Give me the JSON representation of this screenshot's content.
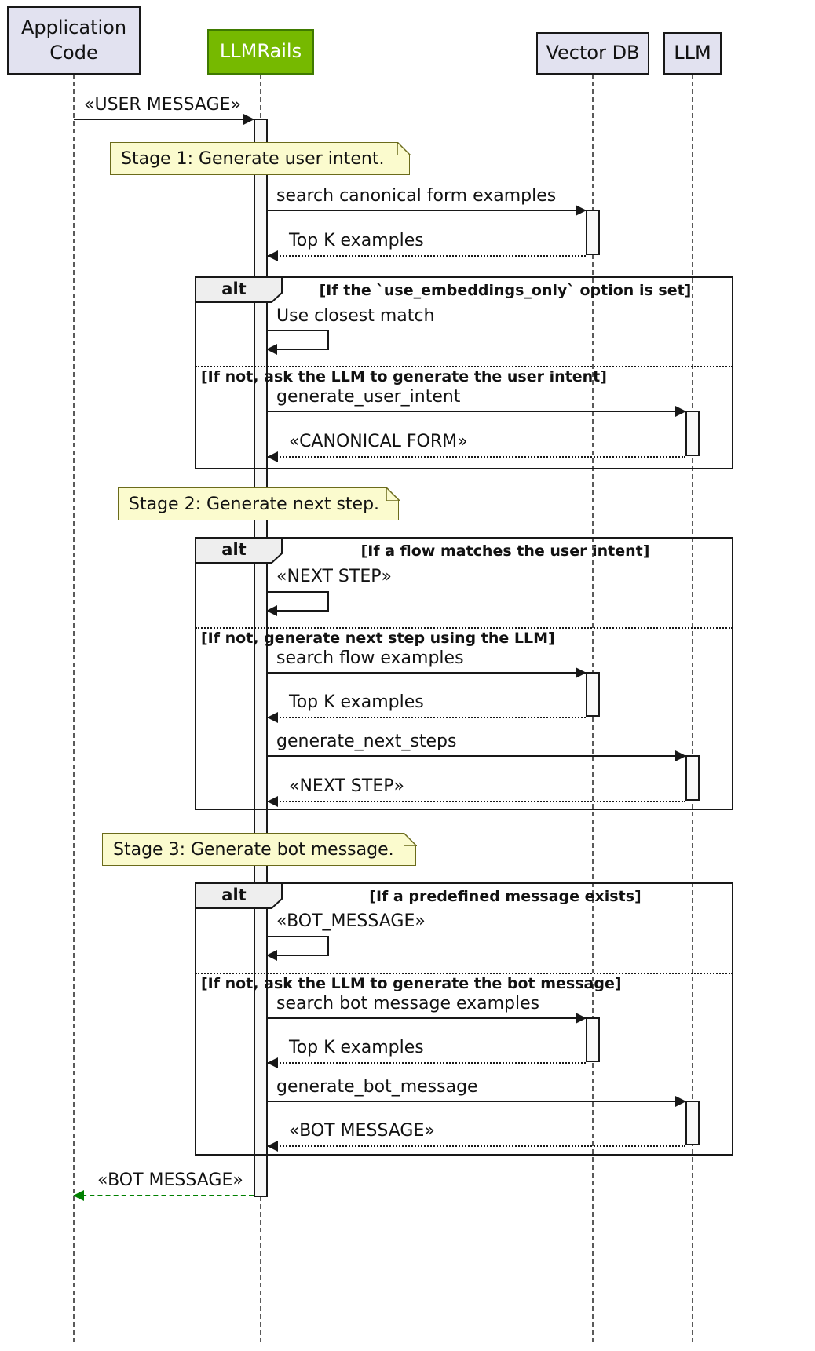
{
  "diagram_type": "uml-sequence-diagram",
  "colors": {
    "participant_fill": "#E2E2F0",
    "participant_border": "#181818",
    "llmrails_fill": "#76B900",
    "llmrails_border": "#3F7A00",
    "llmrails_text": "#FFFFFF",
    "note_fill": "#FBFBCE",
    "note_border": "#6B6B1B",
    "frag_header_fill": "#EEEEEE",
    "activation_fill": "#F8F8F8",
    "line": "#181818",
    "lifeline": "#5A5A5A",
    "final_arrow": "#008000",
    "text": "#121212"
  },
  "participants": [
    {
      "id": "application-code",
      "label": "Application Code"
    },
    {
      "id": "llmrails",
      "label": "LLMRails"
    },
    {
      "id": "vector-db",
      "label": "Vector DB"
    },
    {
      "id": "llm",
      "label": "LLM"
    }
  ],
  "notes": [
    {
      "text": "Stage 1: Generate user intent."
    },
    {
      "text": "Stage 2: Generate next step."
    },
    {
      "text": "Stage 3: Generate bot message."
    }
  ],
  "fragments": [
    {
      "operator": "alt",
      "guard": "[If the `use_embeddings_only` option is set]",
      "else_guard": "[If not, ask the LLM to generate the user intent]"
    },
    {
      "operator": "alt",
      "guard": "[If a flow matches the user intent]",
      "else_guard": "[If not, generate next step using the LLM]"
    },
    {
      "operator": "alt",
      "guard": "[If a predefined message exists]",
      "else_guard": "[If not, ask the LLM to generate the bot message]"
    }
  ],
  "messages": {
    "user_message": "«USER MESSAGE»",
    "search_canonical_form_examples": "search canonical form examples",
    "top_k_examples_1": "Top K examples",
    "use_closest_match": "Use closest match",
    "generate_user_intent": "generate_user_intent",
    "canonical_form": "«CANONICAL FORM»",
    "next_step_self": "«NEXT STEP»",
    "search_flow_examples": "search flow examples",
    "top_k_examples_2": "Top K examples",
    "generate_next_steps": "generate_next_steps",
    "next_step_return": "«NEXT STEP»",
    "bot_message_self": "«BOT_MESSAGE»",
    "search_bot_message_examples": "search bot message examples",
    "top_k_examples_3": "Top K examples",
    "generate_bot_message": "generate_bot_message",
    "bot_message_return": "«BOT MESSAGE»",
    "bot_message_final": "«BOT MESSAGE»"
  }
}
